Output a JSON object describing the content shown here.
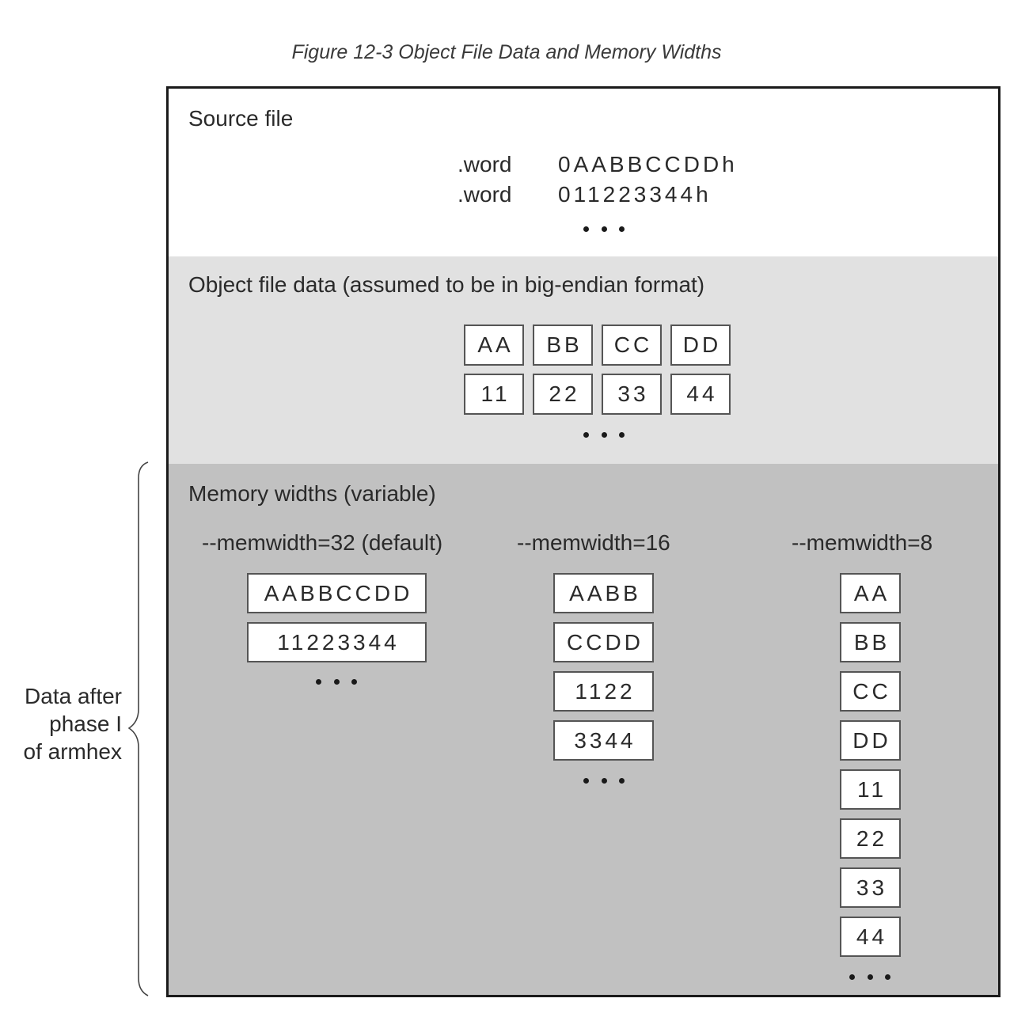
{
  "caption": "Figure 12-3 Object File Data and Memory Widths",
  "source_file": {
    "title": "Source file",
    "lines": [
      {
        "directive": ".word",
        "value": "0AABBCCDDh"
      },
      {
        "directive": ".word",
        "value": "011223344h"
      }
    ]
  },
  "object_file": {
    "title": "Object file data (assumed to be in big-endian format)",
    "rows": [
      [
        "AA",
        "BB",
        "CC",
        "DD"
      ],
      [
        "11",
        "22",
        "33",
        "44"
      ]
    ]
  },
  "memory_widths": {
    "title": "Memory widths (variable)",
    "columns": [
      {
        "label": "--memwidth=32 (default)",
        "cells": [
          "AABBCCDD",
          "11223344"
        ]
      },
      {
        "label": "--memwidth=16",
        "cells": [
          "AABB",
          "CCDD",
          "1122",
          "3344"
        ]
      },
      {
        "label": "--memwidth=8",
        "cells": [
          "AA",
          "BB",
          "CC",
          "DD",
          "11",
          "22",
          "33",
          "44"
        ]
      }
    ]
  },
  "side_label": {
    "lines": [
      "Data after",
      "phase I",
      "of armhex"
    ]
  }
}
